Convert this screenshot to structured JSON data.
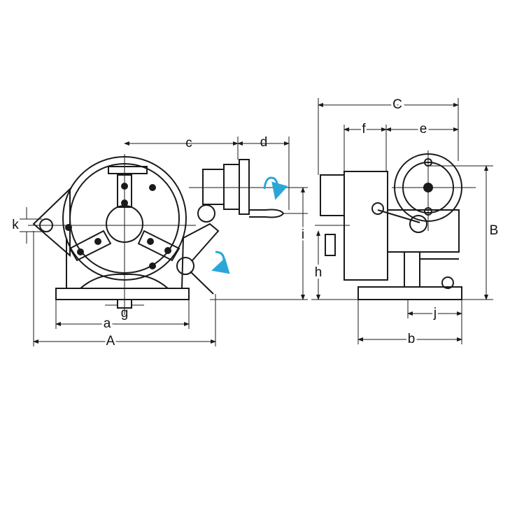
{
  "diagram": {
    "accent_color": "#2aa7d6",
    "line_color": "#1a1a1a",
    "front_view_labels": {
      "c": "c",
      "d": "d",
      "k": "k",
      "i": "i",
      "g": "g",
      "a": "a",
      "A": "A"
    },
    "side_view_labels": {
      "C": "C",
      "f": "f",
      "e": "e",
      "h": "h",
      "B": "B",
      "j": "j",
      "b": "b"
    }
  }
}
